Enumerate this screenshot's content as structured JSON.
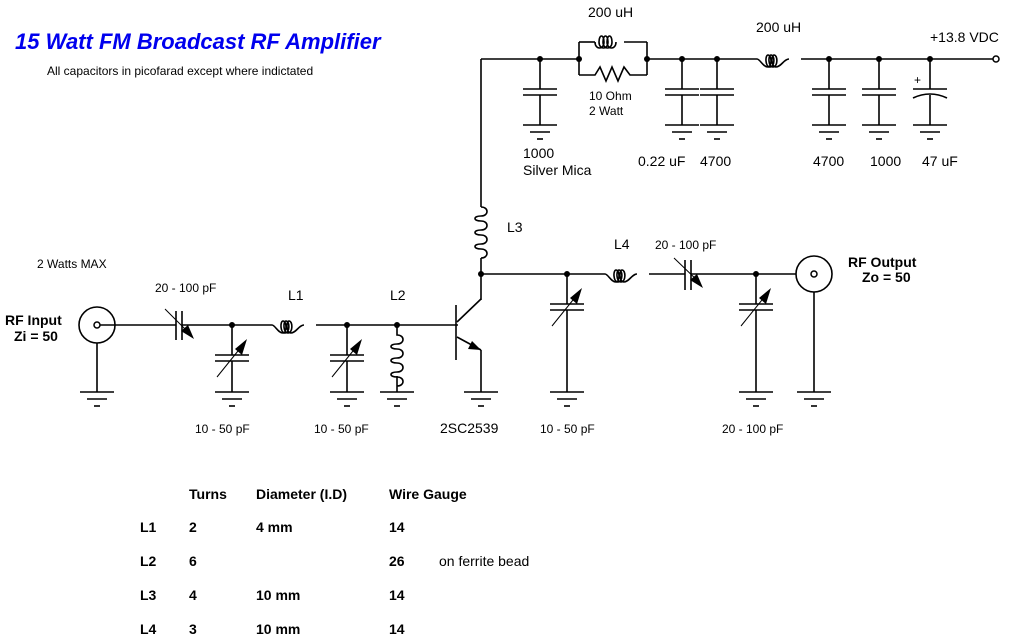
{
  "title": "15 Watt FM Broadcast RF Amplifier",
  "subtitle": "All capacitors in picofarad except where indictated",
  "supply": {
    "label": "+13.8 VDC"
  },
  "power_filter": {
    "choke1": "200 uH",
    "choke2": "200 uH",
    "resistor_line1": "10 Ohm",
    "resistor_line2": "2 Watt",
    "c1_line1": "1000",
    "c1_line2": "Silver Mica",
    "c2": "0.22 uF",
    "c3": "4700",
    "c4": "4700",
    "c5": "1000",
    "c6": "47 uF",
    "c6_polarity": "+"
  },
  "input": {
    "power_note": "2 Watts MAX",
    "label_line1": "RF Input",
    "label_line2": "Zi = 50",
    "series_cap": "20 - 100 pF",
    "shunt_cap1": "10 - 50 pF",
    "shunt_cap2": "10 - 50 pF"
  },
  "inductors": {
    "l1": "L1",
    "l2": "L2",
    "l3": "L3",
    "l4": "L4"
  },
  "transistor": "2SC2539",
  "output": {
    "label_line1": "RF Output",
    "label_line2": "Zo = 50",
    "shunt_cap1": "10 - 50 pF",
    "series_cap": "20 - 100 pF",
    "shunt_cap2": "20 - 100 pF"
  },
  "coil_table": {
    "headers": [
      "",
      "Turns",
      "Diameter (I.D)",
      "Wire Gauge",
      ""
    ],
    "rows": [
      [
        "L1",
        "2",
        "4 mm",
        "14",
        ""
      ],
      [
        "L2",
        "6",
        "",
        "26",
        "on ferrite bead"
      ],
      [
        "L3",
        "4",
        "10 mm",
        "14",
        ""
      ],
      [
        "L4",
        "3",
        "10 mm",
        "14",
        ""
      ]
    ]
  }
}
